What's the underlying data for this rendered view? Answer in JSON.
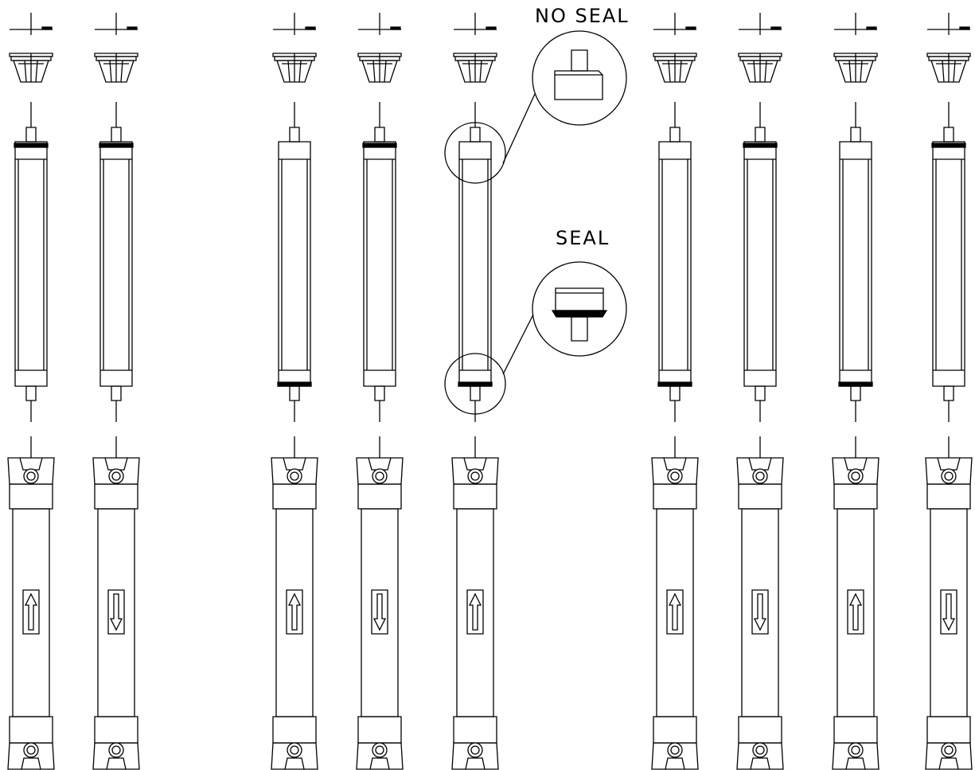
{
  "diagram": {
    "callouts": [
      {
        "id": "no-seal",
        "label": "NO SEAL"
      },
      {
        "id": "seal",
        "label": "SEAL"
      }
    ],
    "columns": [
      {
        "index": 1,
        "flow": "up",
        "seal_band": "top"
      },
      {
        "index": 2,
        "flow": "down",
        "seal_band": "top"
      },
      {
        "index": 3,
        "flow": "up",
        "seal_band": "bottom"
      },
      {
        "index": 4,
        "flow": "down",
        "seal_band": "top"
      },
      {
        "index": 5,
        "flow": "up",
        "seal_band": "bottom"
      },
      {
        "index": 6,
        "flow": "up",
        "seal_band": "bottom"
      },
      {
        "index": 7,
        "flow": "down",
        "seal_band": "top"
      },
      {
        "index": 8,
        "flow": "up",
        "seal_band": "bottom"
      },
      {
        "index": 9,
        "flow": "down",
        "seal_band": "top"
      }
    ],
    "colors": {
      "stroke": "#000000",
      "background": "#ffffff"
    }
  }
}
